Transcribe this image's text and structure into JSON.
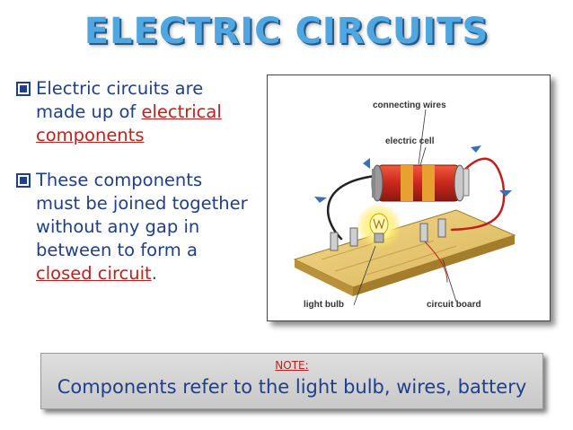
{
  "slide": {
    "title": "ELECTRIC CIRCUITS",
    "bullets": [
      {
        "before": "Electric circuits are made up of ",
        "highlight": "electrical components",
        "after": ""
      },
      {
        "before": "These components must be joined together without any gap in between to form a ",
        "highlight": "closed circuit",
        "after": "."
      }
    ],
    "diagram": {
      "labels": {
        "connecting_wires": "connecting wires",
        "electric_cell": "electric cell",
        "light_bulb": "light bulb",
        "circuit_board": "circuit board"
      }
    },
    "note": {
      "title": "NOTE:",
      "text": "Components refer to the light bulb, wires, battery"
    }
  },
  "colors": {
    "title": "#4fa6e0",
    "body_text": "#1f3f8a",
    "highlight": "#c0201d"
  }
}
